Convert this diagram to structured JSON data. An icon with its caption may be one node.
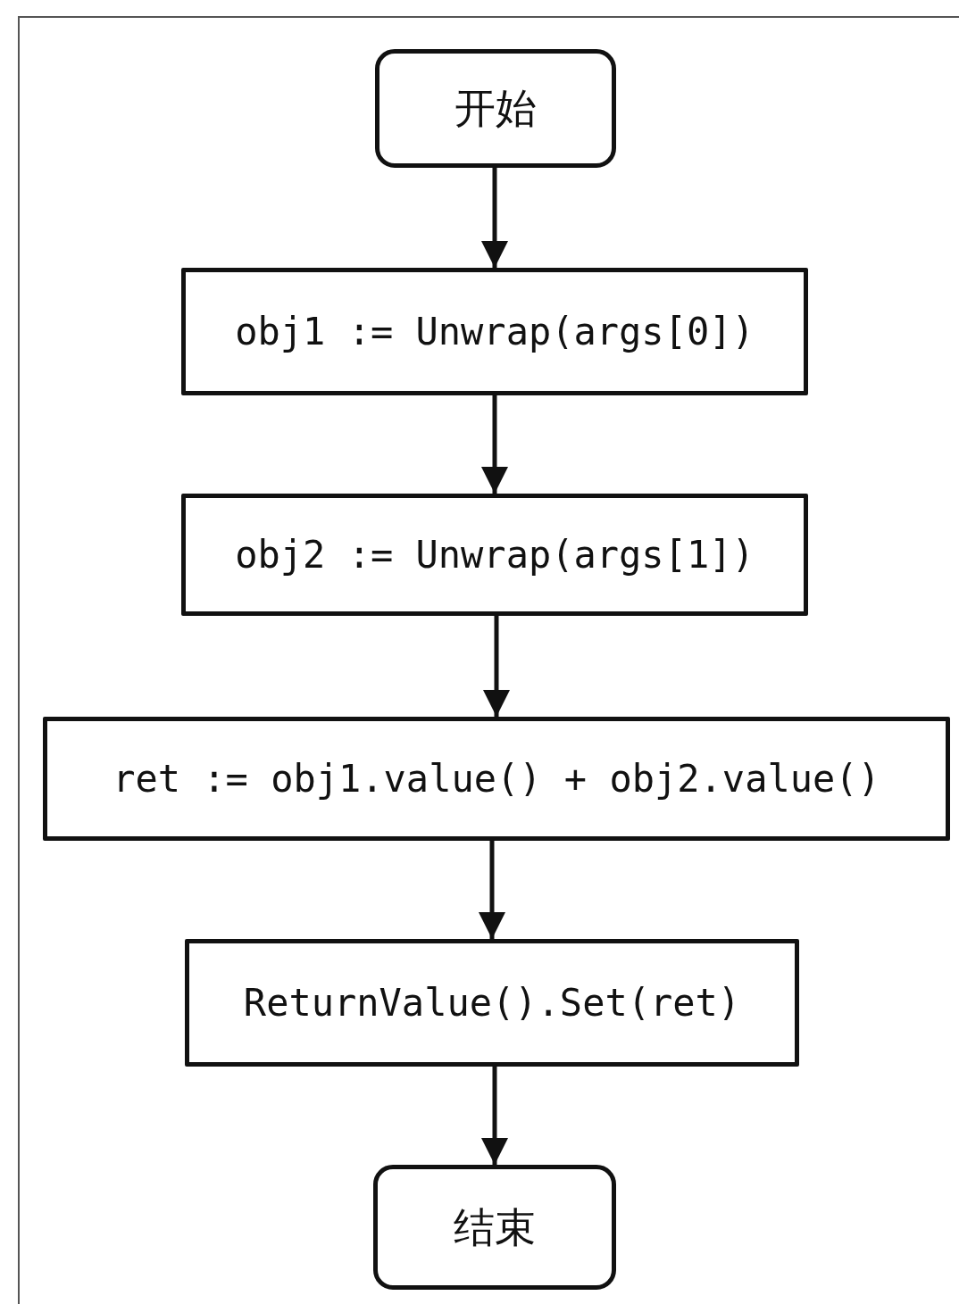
{
  "diagram": {
    "nodes": [
      {
        "text": [
          "开始"
        ]
      },
      {
        "text": [
          "obj1 := Unwrap(args[0])"
        ]
      },
      {
        "text": [
          "obj2 := Unwrap(args[1])"
        ]
      },
      {
        "text": [
          "ret := obj1.value() + obj2.value()"
        ]
      },
      {
        "text": [
          "ReturnValue().Set(ret)"
        ]
      },
      {
        "text": [
          "结束"
        ]
      }
    ],
    "edges": [
      {
        "from": 0,
        "to": 1,
        "arrow": "to"
      },
      {
        "from": 1,
        "to": 2,
        "arrow": "to"
      },
      {
        "from": 2,
        "to": 3,
        "arrow": "to"
      },
      {
        "from": 3,
        "to": 4,
        "arrow": "to"
      },
      {
        "from": 4,
        "to": 5,
        "arrow": "to"
      }
    ]
  }
}
